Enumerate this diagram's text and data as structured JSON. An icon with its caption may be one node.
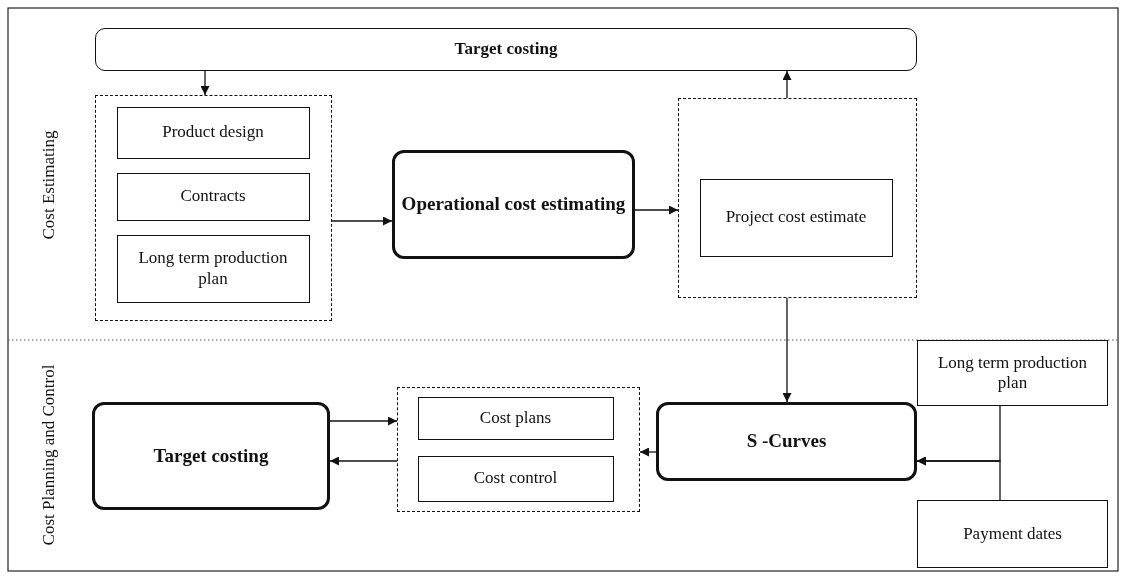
{
  "diagram": {
    "nodes": [
      {
        "text": [
          "Target costing"
        ]
      },
      {
        "text": [],
        "shape": "box"
      },
      {
        "text": [
          "Product design"
        ],
        "in": 1
      },
      {
        "text": [
          "Contracts"
        ],
        "in": 1
      },
      {
        "text": [
          "Long term production plan"
        ],
        "in": 1
      },
      {
        "text": [
          "Operational cost estimating"
        ]
      },
      {
        "text": [],
        "shape": "box"
      },
      {
        "text": [
          "Project cost estimate"
        ],
        "in": 6
      },
      {
        "text": [
          "Target costing"
        ]
      },
      {
        "text": [],
        "shape": "box"
      },
      {
        "text": [
          "Cost plans"
        ],
        "in": 9
      },
      {
        "text": [
          "Cost control"
        ],
        "in": 9
      },
      {
        "text": [
          "S -Curves"
        ]
      },
      {
        "text": [
          "Long term production plan"
        ]
      },
      {
        "text": [
          "Payment dates"
        ]
      }
    ],
    "edges": [
      {
        "from": 0,
        "to": 1,
        "arrow": "to"
      },
      {
        "from": 1,
        "to": 5,
        "arrow": "to"
      },
      {
        "from": 5,
        "to": 6,
        "arrow": "to"
      },
      {
        "from": 6,
        "to": 0,
        "arrow": "to"
      },
      {
        "from": 6,
        "to": 12,
        "arrow": "to"
      },
      {
        "from": 8,
        "to": 9,
        "arrow": "to"
      },
      {
        "from": 9,
        "to": 8,
        "arrow": "to"
      },
      {
        "from": 12,
        "to": 9,
        "arrow": "to"
      },
      {
        "from": 13,
        "to": 12,
        "arrow": "to"
      },
      {
        "from": 14,
        "to": 12,
        "arrow": "to"
      }
    ],
    "labels": [
      "Cost Estimating",
      "Cost Planning and Control"
    ]
  }
}
